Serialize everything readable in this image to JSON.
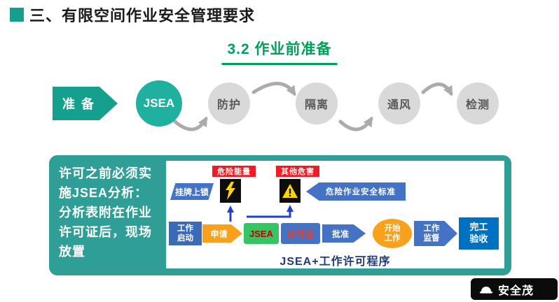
{
  "header": {
    "title": "三、有限空间作业安全管理要求"
  },
  "section": {
    "title": "3.2  作业前准备"
  },
  "flow": {
    "start_label": "准 备",
    "steps": [
      {
        "label": "JSEA"
      },
      {
        "label": "防护"
      },
      {
        "label": "隔离"
      },
      {
        "label": "通风"
      },
      {
        "label": "检测"
      }
    ]
  },
  "panel": {
    "note_lines": [
      "许可之前必须实",
      "施JSEA分析：",
      "分析表附在作业",
      "许可证后，现场",
      "放置"
    ]
  },
  "diagram": {
    "hazards": [
      {
        "label": "危险能量",
        "icon": "lightning-icon"
      },
      {
        "label": "其他危害",
        "icon": "warning-icon"
      }
    ],
    "lockout_label": "挂牌上锁",
    "standard_label": "危险作业安全标准",
    "process": [
      {
        "label": "工作启动",
        "lines": [
          "工作",
          "启动"
        ]
      },
      {
        "label": "申请"
      },
      {
        "label": "JSEA"
      },
      {
        "label": "许可证"
      },
      {
        "label": "批准"
      },
      {
        "label": "开始工作",
        "lines": [
          "开始",
          "工作"
        ]
      },
      {
        "label": "工作监督",
        "lines": [
          "工作",
          "监督"
        ]
      },
      {
        "label": "完工验收",
        "lines": [
          "完工",
          "验收"
        ]
      }
    ],
    "caption": "JSEA+工作许可程序"
  },
  "footer": {
    "brand": "安全茂",
    "brand_icon": "safety-helmet-icon"
  },
  "colors": {
    "teal": "#14A08C",
    "teal_circle": "#1FB0A0",
    "panel_teal": "#2F9E96",
    "section_green": "#00A05A",
    "gray_circle": "#D9D9D9",
    "arrow_gray": "#ABABAB",
    "blue": "#4472C4",
    "bright_blue": "#0070C0",
    "orange": "#F9A11B",
    "jsea_green": "#35C663",
    "hazard_red": "#EE1C25",
    "caption_navy": "#1F3B75"
  }
}
